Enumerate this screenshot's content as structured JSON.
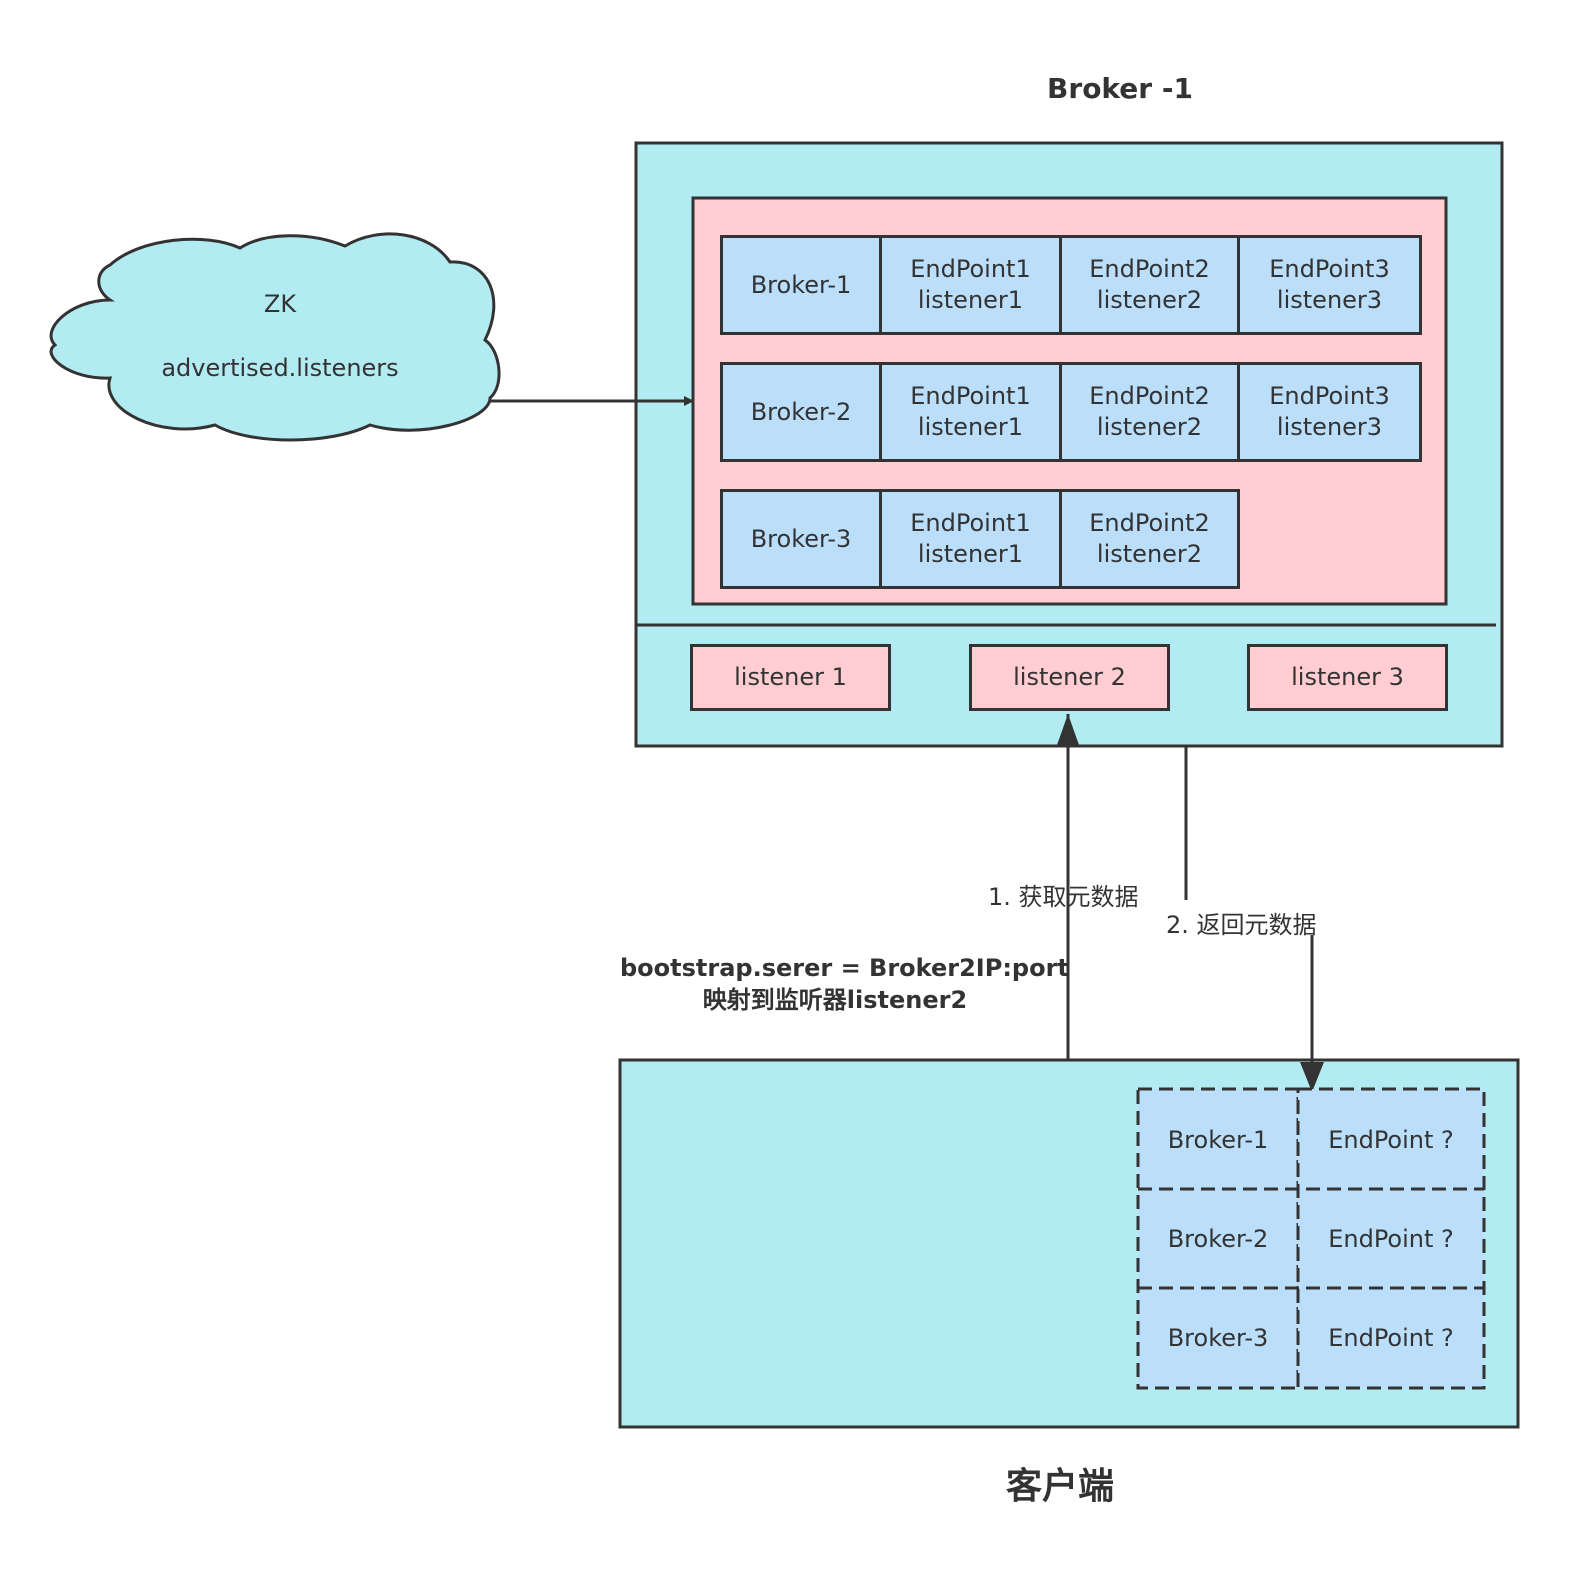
{
  "broker": {
    "title": "Broker -1",
    "metadata_rows": [
      {
        "broker": "Broker-1",
        "endpoints": [
          [
            "EndPoint1",
            "listener1"
          ],
          [
            "EndPoint2",
            "listener2"
          ],
          [
            "EndPoint3",
            "listener3"
          ]
        ]
      },
      {
        "broker": "Broker-2",
        "endpoints": [
          [
            "EndPoint1",
            "listener1"
          ],
          [
            "EndPoint2",
            "listener2"
          ],
          [
            "EndPoint3",
            "listener3"
          ]
        ]
      },
      {
        "broker": "Broker-3",
        "endpoints": [
          [
            "EndPoint1",
            "listener1"
          ],
          [
            "EndPoint2",
            "listener2"
          ]
        ]
      }
    ],
    "listeners": [
      "listener 1",
      "listener 2",
      "listener 3"
    ]
  },
  "zk": {
    "name": "ZK",
    "subtitle": "advertised.listeners"
  },
  "arrows": {
    "request": "1. 获取元数据",
    "response": "2. 返回元数据"
  },
  "client": {
    "title": "客户端",
    "bootstrap_line1": "bootstrap.serer = Broker2IP:port",
    "bootstrap_line2": "映射到监听器listener2",
    "table": [
      {
        "broker": "Broker-1",
        "endpoint": "EndPoint ?"
      },
      {
        "broker": "Broker-2",
        "endpoint": "EndPoint ?"
      },
      {
        "broker": "Broker-3",
        "endpoint": "EndPoint ?"
      }
    ]
  },
  "colors": {
    "container": "#b2ebf2",
    "panel": "#ffcdd2",
    "cell": "#bbdefb",
    "stroke": "#333333"
  }
}
